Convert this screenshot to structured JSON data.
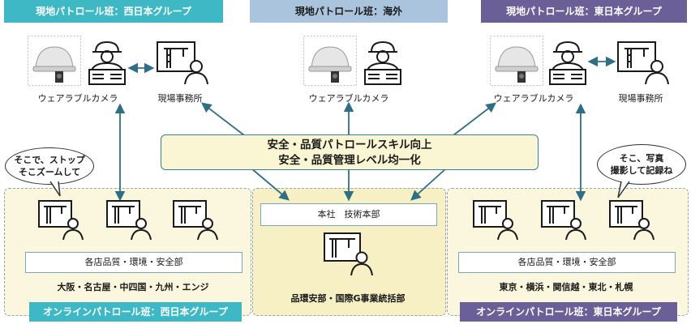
{
  "headers": {
    "west": "現地パトロール班：西日本グループ",
    "overseas": "現地パトロール班：海外",
    "east": "現地パトロール班：東日本グループ"
  },
  "labels": {
    "wearable_camera": "ウェアラブルカメラ",
    "site_office": "現場事務所"
  },
  "center_box": {
    "line1": "安全・品質パトロールスキル向上",
    "line2": "安全・品質管理レベル均一化"
  },
  "bubbles": {
    "west": {
      "line1": "そこで、ストップ",
      "line2": "そこズームして"
    },
    "east": {
      "line1": "そこ、写真",
      "line2": "撮影して記録ね"
    }
  },
  "west_panel": {
    "department": "各店品質・環境・安全部",
    "branches": "大阪・名古屋・中四国・九州・エンジ",
    "footer": "オンラインパトロール班：西日本グループ"
  },
  "center_panel": {
    "head_office": "本社　技術本部",
    "department": "品環安部・国際G事業統括部"
  },
  "east_panel": {
    "department": "各店品質・環境・安全部",
    "branches": "東京・横浜・関信越・東北・札幌",
    "footer": "オンラインパトロール班：東日本グループ"
  },
  "colors": {
    "west": "#3fb8c6",
    "overseas": "#a9c4dc",
    "east": "#6a5f96",
    "arrow": "#2f6f86"
  }
}
